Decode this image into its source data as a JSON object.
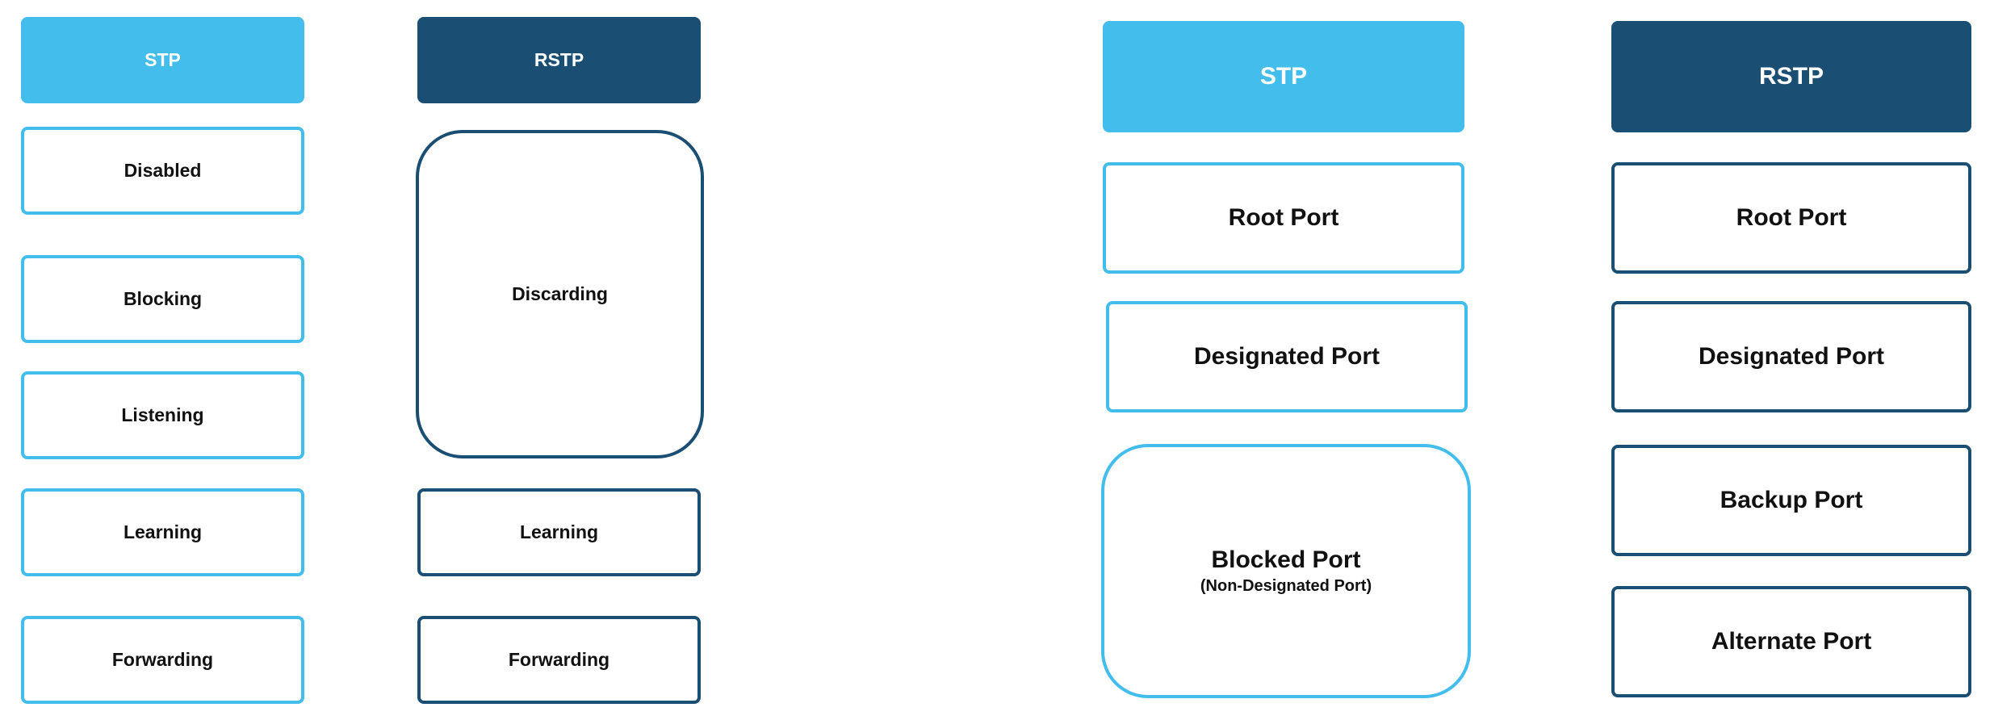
{
  "colors": {
    "stp": "#43bdec",
    "rstp": "#1a4f73"
  },
  "port_states": {
    "stp": {
      "header": "STP",
      "items": [
        "Disabled",
        "Blocking",
        "Listening",
        "Learning",
        "Forwarding"
      ]
    },
    "rstp": {
      "header": "RSTP",
      "items": [
        "Discarding",
        "Learning",
        "Forwarding"
      ]
    }
  },
  "port_roles": {
    "stp": {
      "header": "STP",
      "items": [
        "Root Port",
        "Designated Port",
        "Blocked Port"
      ],
      "blocked_sub": "(Non-Designated Port)"
    },
    "rstp": {
      "header": "RSTP",
      "items": [
        "Root Port",
        "Designated Port",
        "Backup Port",
        "Alternate Port"
      ]
    }
  }
}
